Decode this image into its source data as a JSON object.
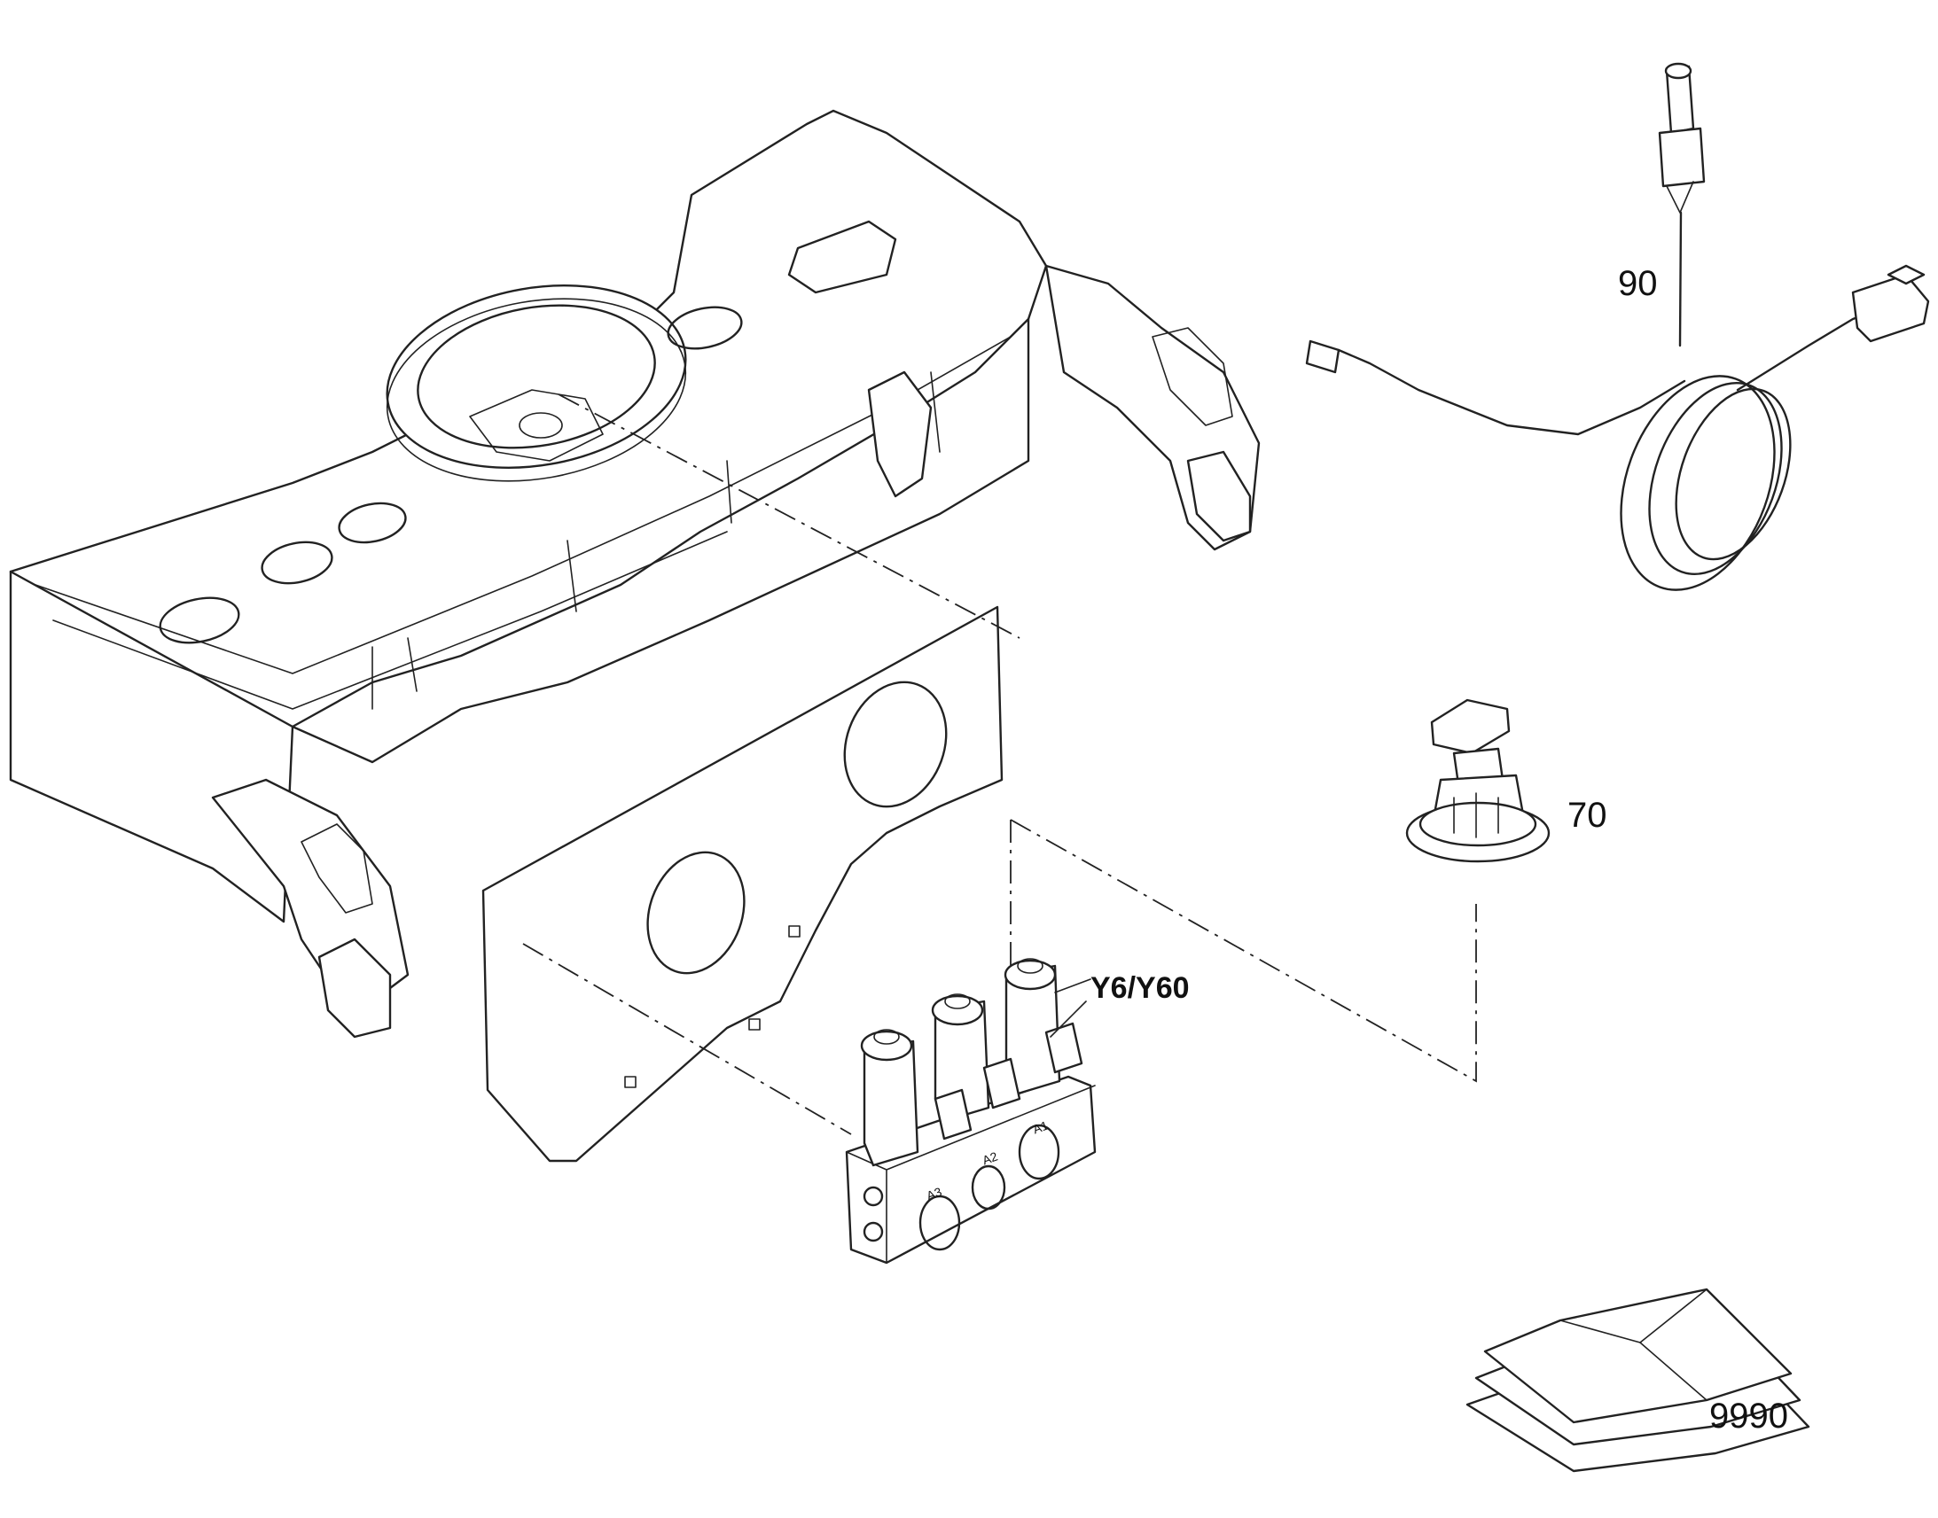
{
  "callouts": {
    "item_90": "90",
    "item_70": "70",
    "item_y6": "Y6/Y60",
    "item_9990": "9990"
  },
  "valve_ports": {
    "a1": "A1",
    "a2": "A2",
    "a3": "A3"
  },
  "colors": {
    "line": "#222222",
    "background": "#ffffff"
  }
}
